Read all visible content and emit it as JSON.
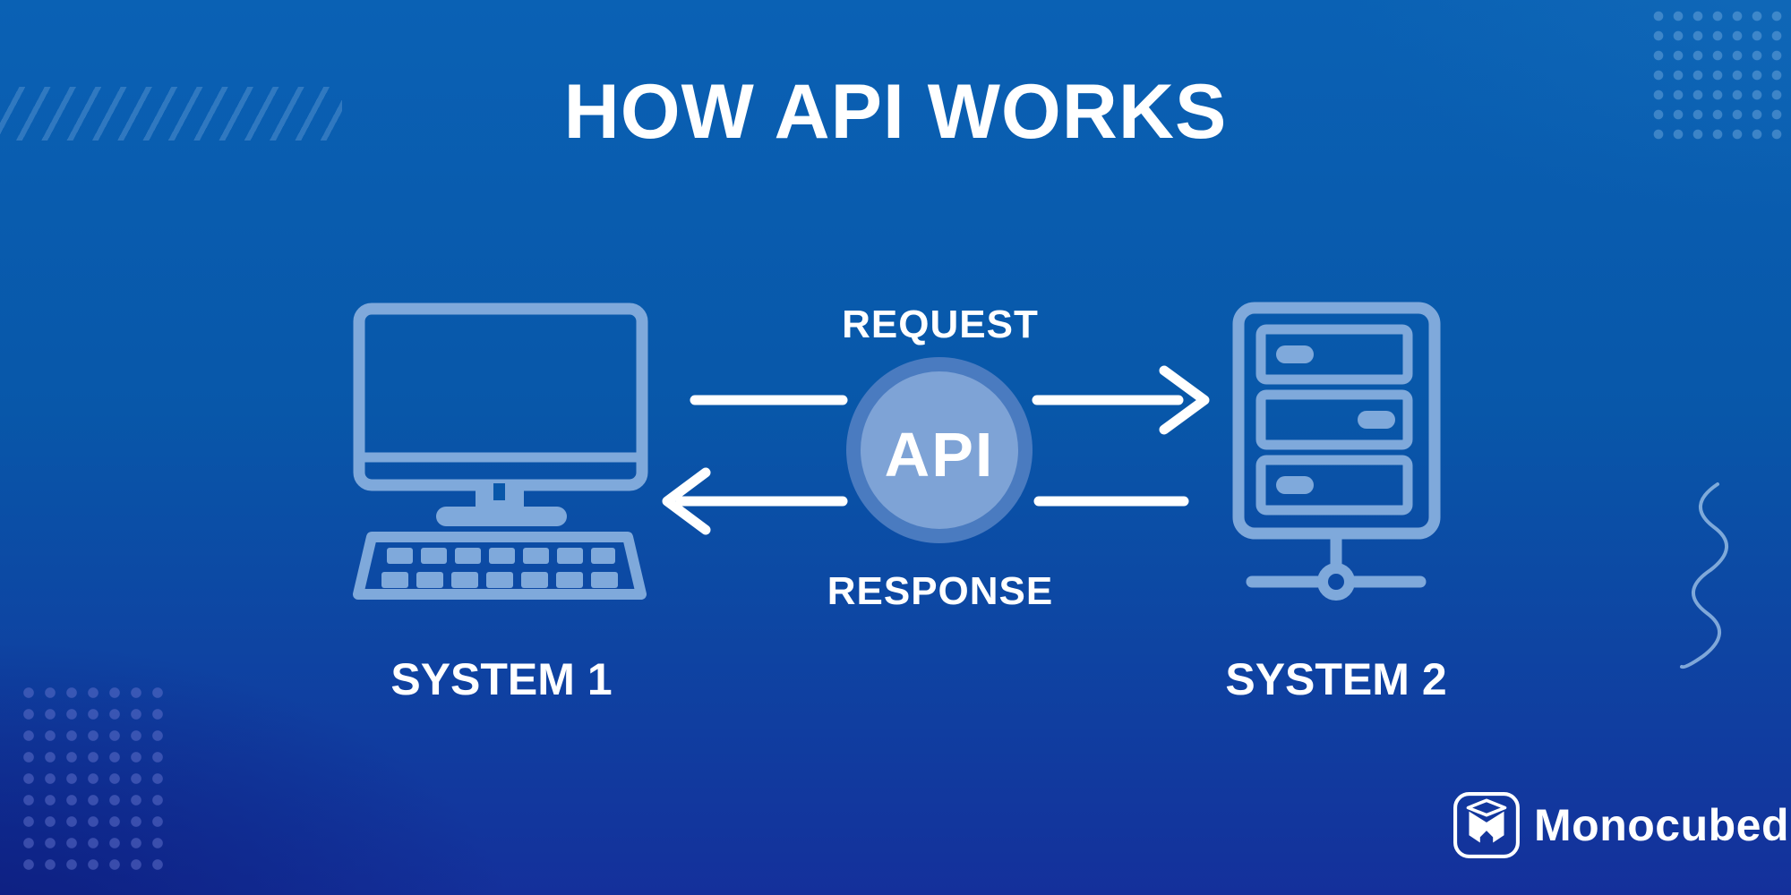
{
  "title": "HOW API WORKS",
  "diagram": {
    "system1_label": "SYSTEM 1",
    "system2_label": "SYSTEM 2",
    "api_label": "API",
    "request_label": "REQUEST",
    "response_label": "RESPONSE"
  },
  "branding": {
    "name": "Monocubed",
    "logo_icon": "monocubed-cube-m-icon"
  },
  "icons": {
    "left_system": "desktop-computer-icon",
    "right_system": "server-rack-icon",
    "center": "api-circle-badge",
    "top_flow": "arrow-right-icon",
    "bottom_flow": "arrow-left-icon"
  },
  "colors": {
    "bg_top": "#0a61b4",
    "bg_mid": "#0857a9",
    "bg_bottom": "#14309b",
    "bg_corner_dark": "#0c1d7e",
    "icon_blue": "#7fa9db",
    "circle_outer": "#4a7bc0",
    "circle_inner": "#7ea3d6",
    "text_white": "#ffffff",
    "stripe": "rgba(120,170,220,0.35)",
    "dots_top_right": "rgba(120,175,225,0.45)",
    "dots_bottom_left": "rgba(100,115,205,0.5)",
    "squiggle": "rgba(165,200,235,0.75)"
  }
}
